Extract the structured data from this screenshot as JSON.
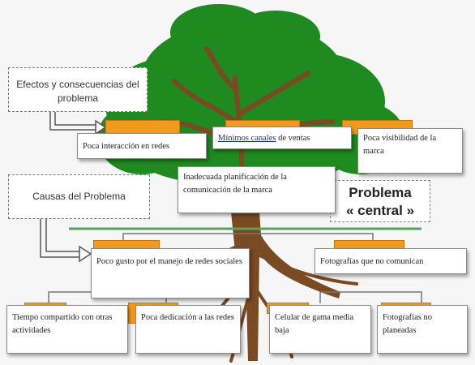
{
  "labels": {
    "effects": "Efectos y consecuencias del problema",
    "causes": "Causas del Problema",
    "central_line1": "Problema",
    "central_line2": "« central »"
  },
  "effects": {
    "e1": "Poca interacción en redes",
    "e2_underlined": "Mínimos canales",
    "e2_rest": " de ventas",
    "e3": "Poca visibilidad de la marca",
    "e4": "Inadecuada planificación de la comunicación de la marca"
  },
  "causes": {
    "c1": "Poco gusto por el manejo de redes sociales",
    "c2": "Fotografías que no comunican",
    "sub1": "Tiempo compartido con otras actividades",
    "sub2": "Poca dedicación a las redes",
    "sub3": "Celular de gama media baja",
    "sub4": "Fotografías no planeadas"
  },
  "colors": {
    "tree_green": "#1f8a1f",
    "trunk_brown": "#7a4a22",
    "box_orange": "#f29a1c",
    "line_green": "#5fa05f"
  }
}
